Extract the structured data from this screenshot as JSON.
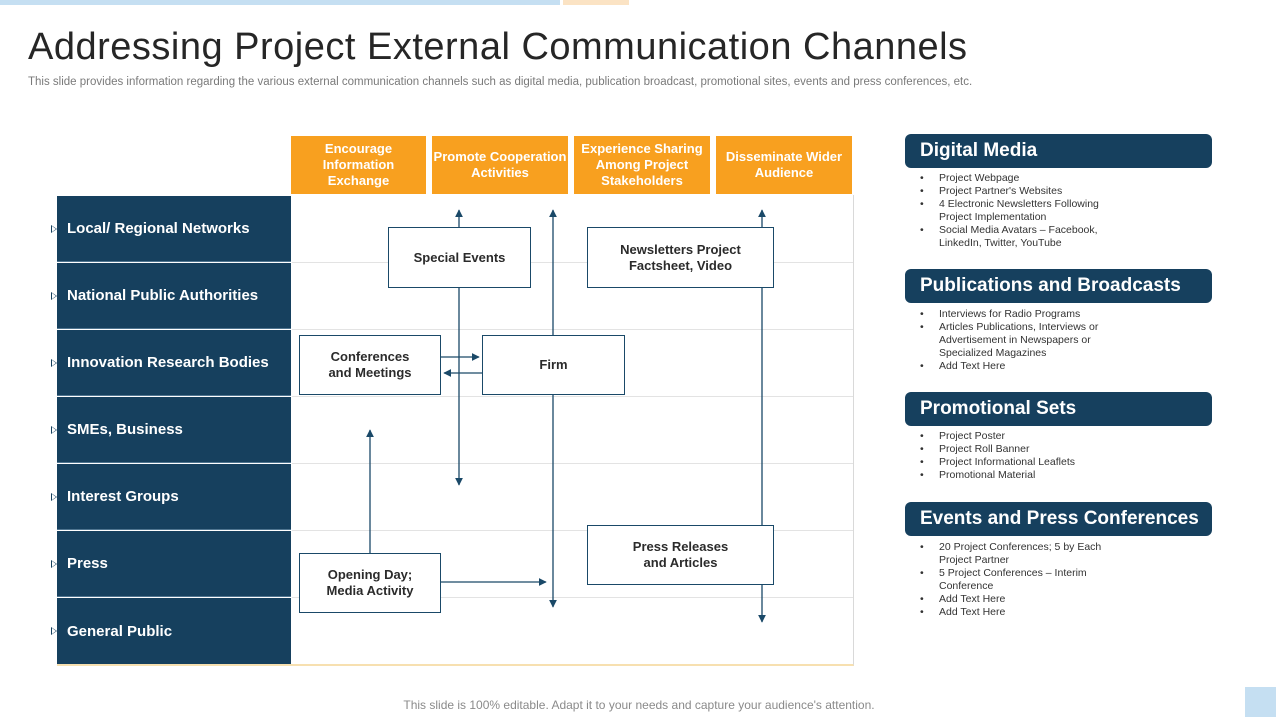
{
  "title": "Addressing Project External Communication Channels",
  "subtitle": "This slide provides information regarding the various external communication channels such as digital media, publication broadcast, promotional sites, events and press conferences, etc.",
  "columns": [
    "Encourage Information Exchange",
    "Promote Cooperation Activities",
    "Experience Sharing Among Project Stakeholders",
    "Disseminate Wider Audience"
  ],
  "rows": [
    "Local/ Regional Networks",
    "National Public Authorities",
    "Innovation Research Bodies",
    "SMEs, Business",
    "Interest Groups",
    "Press",
    "General Public"
  ],
  "boxes": {
    "special_events": "Special Events",
    "newsletters": "Newsletters Project Factsheet, Video",
    "conferences": "Conferences and Meetings",
    "firm": "Firm",
    "press_releases": "Press Releases and Articles",
    "opening_day": "Opening Day; Media Activity"
  },
  "panels": [
    {
      "heading": "Digital Media",
      "items": [
        "Project Webpage",
        "Project Partner's Websites",
        "4 Electronic Newsletters Following Project Implementation",
        "Social Media Avatars – Facebook, LinkedIn, Twitter, YouTube"
      ]
    },
    {
      "heading": "Publications and Broadcasts",
      "items": [
        "Interviews for Radio Programs",
        "Articles Publications, Interviews or Advertisement in Newspapers or Specialized Magazines",
        "Add Text Here"
      ]
    },
    {
      "heading": "Promotional Sets",
      "items": [
        "Project Poster",
        "Project Roll Banner",
        "Project Informational Leaflets",
        "Promotional Material"
      ]
    },
    {
      "heading": "Events and Press Conferences",
      "items": [
        "20 Project Conferences; 5 by Each Project Partner",
        "5 Project Conferences – Interim Conference",
        "Add Text Here",
        "Add Text Here"
      ]
    }
  ],
  "footer": "This slide is 100% editable. Adapt it to your needs and capture your audience's attention.",
  "colors": {
    "navy": "#16405e",
    "orange": "#f8a01f",
    "accent_light": "#c5dff2"
  }
}
